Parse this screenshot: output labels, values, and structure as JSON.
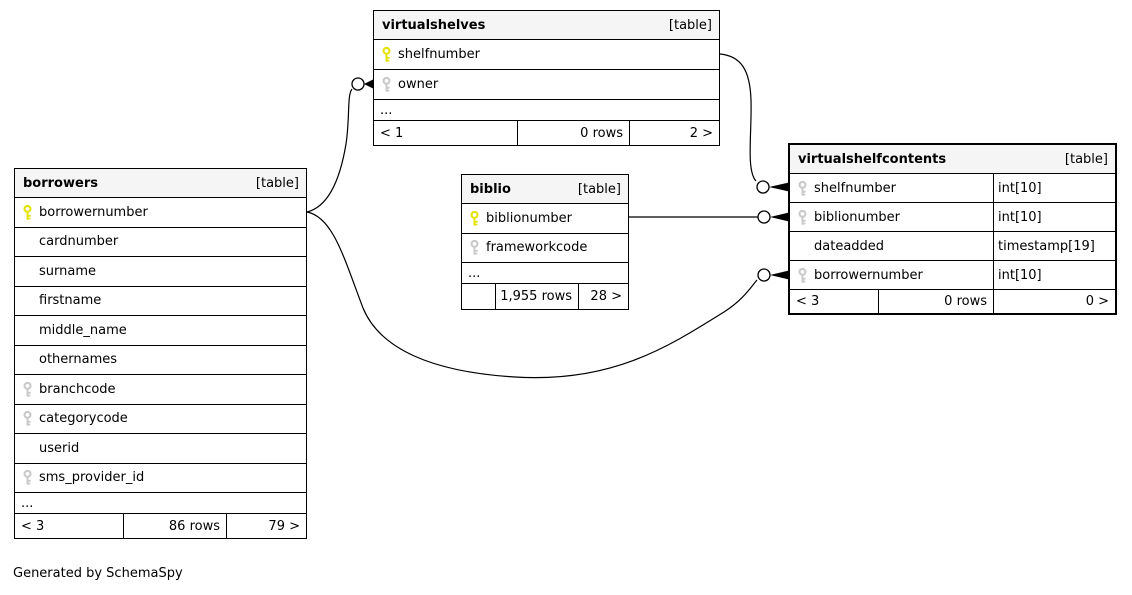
{
  "note": "Generated by SchemaSpy",
  "colors": {
    "border": "#000000",
    "header_bg": "#f5f5f5",
    "primary_key": "#e3e300",
    "foreign_key": "#c9c9c9",
    "line": "#000000"
  },
  "tables": {
    "virtualshelves": {
      "name": "virtualshelves",
      "kind": "[table]",
      "columns": [
        {
          "name": "shelfnumber",
          "key": "primary"
        },
        {
          "name": "owner",
          "key": "foreign"
        }
      ],
      "ellipsis": "...",
      "footer": {
        "left": "< 1",
        "rows": "0 rows",
        "right": "2 >"
      }
    },
    "borrowers": {
      "name": "borrowers",
      "kind": "[table]",
      "columns": [
        {
          "name": "borrowernumber",
          "key": "primary"
        },
        {
          "name": "cardnumber",
          "key": "none"
        },
        {
          "name": "surname",
          "key": "none"
        },
        {
          "name": "firstname",
          "key": "none"
        },
        {
          "name": "middle_name",
          "key": "none"
        },
        {
          "name": "othernames",
          "key": "none"
        },
        {
          "name": "branchcode",
          "key": "foreign"
        },
        {
          "name": "categorycode",
          "key": "foreign"
        },
        {
          "name": "userid",
          "key": "none"
        },
        {
          "name": "sms_provider_id",
          "key": "foreign"
        }
      ],
      "ellipsis": "...",
      "footer": {
        "left": "< 3",
        "rows": "86 rows",
        "right": "79 >"
      }
    },
    "biblio": {
      "name": "biblio",
      "kind": "[table]",
      "columns": [
        {
          "name": "biblionumber",
          "key": "primary"
        },
        {
          "name": "frameworkcode",
          "key": "foreign"
        }
      ],
      "ellipsis": "...",
      "footer": {
        "left": "",
        "rows": "1,955 rows",
        "right": "28 >"
      }
    },
    "virtualshelfcontents": {
      "name": "virtualshelfcontents",
      "kind": "[table]",
      "columns": [
        {
          "name": "shelfnumber",
          "key": "foreign",
          "type": "int[10]"
        },
        {
          "name": "biblionumber",
          "key": "foreign",
          "type": "int[10]"
        },
        {
          "name": "dateadded",
          "key": "none",
          "type": "timestamp[19]"
        },
        {
          "name": "borrowernumber",
          "key": "foreign",
          "type": "int[10]"
        }
      ],
      "footer": {
        "left": "< 3",
        "rows": "0 rows",
        "right": "0 >"
      }
    }
  },
  "relationships": [
    {
      "from": "borrowers.borrowernumber",
      "to": "virtualshelves.owner"
    },
    {
      "from": "borrowers.borrowernumber",
      "to": "virtualshelfcontents.borrowernumber"
    },
    {
      "from": "virtualshelves.shelfnumber",
      "to": "virtualshelfcontents.shelfnumber"
    },
    {
      "from": "biblio.biblionumber",
      "to": "virtualshelfcontents.biblionumber"
    }
  ]
}
